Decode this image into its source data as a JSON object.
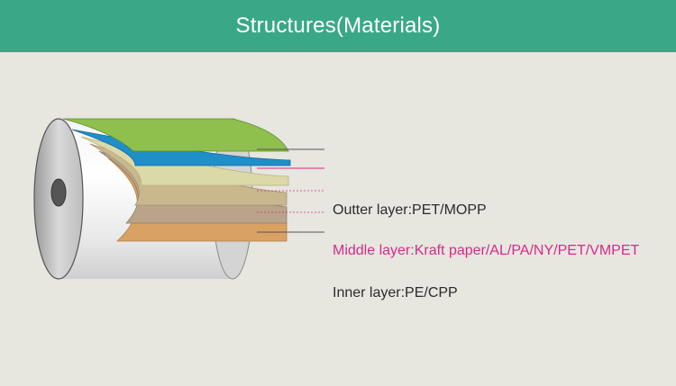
{
  "header": {
    "title": "Structures(Materials)",
    "background_color": "#3aa887"
  },
  "diagram": {
    "layers": [
      {
        "id": "outer",
        "label": "Outter layer:PET/MOPP",
        "text_color": "#2b2b2b",
        "colors": [
          "#8fbf4d",
          "#1f8fc9"
        ]
      },
      {
        "id": "middle",
        "label": "Middle layer:Kraft paper/AL/PA/NY/PET/VMPET",
        "text_color": "#d62a8a",
        "colors": [
          "#dcd9a8",
          "#c9b78e",
          "#b9a48a"
        ]
      },
      {
        "id": "inner",
        "label": "Inner layer:PE/CPP",
        "text_color": "#2b2b2b",
        "colors": [
          "#d9a263"
        ]
      }
    ]
  }
}
